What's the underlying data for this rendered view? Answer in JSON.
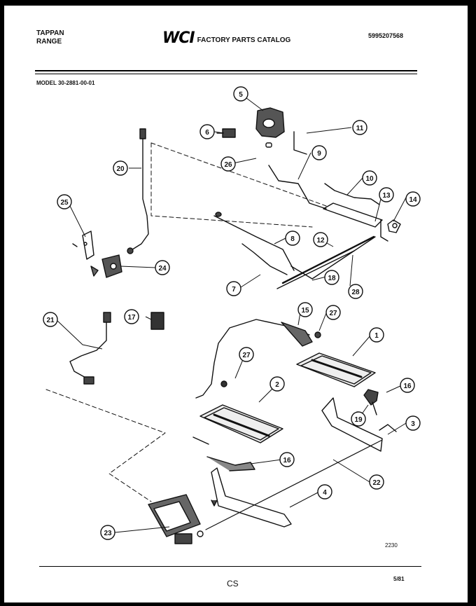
{
  "header": {
    "brand_line1": "TAPPAN",
    "brand_line2": "RANGE",
    "logo": "WCI",
    "catalog_title": "FACTORY PARTS CATALOG",
    "part_number": "5995207568"
  },
  "model_line": "MODEL 30-2881-00-01",
  "callouts": [
    "5",
    "6",
    "11",
    "26",
    "9",
    "20",
    "10",
    "13",
    "14",
    "25",
    "8",
    "12",
    "24",
    "7",
    "18",
    "28",
    "21",
    "17",
    "15",
    "27",
    "1",
    "27",
    "2",
    "16",
    "19",
    "3",
    "16",
    "22",
    "4",
    "23"
  ],
  "drawing_code": "2230",
  "footer": {
    "code": "CS",
    "date": "5/81"
  },
  "colors": {
    "page": "#ffffff",
    "frame": "#000000",
    "ink": "#111111"
  }
}
